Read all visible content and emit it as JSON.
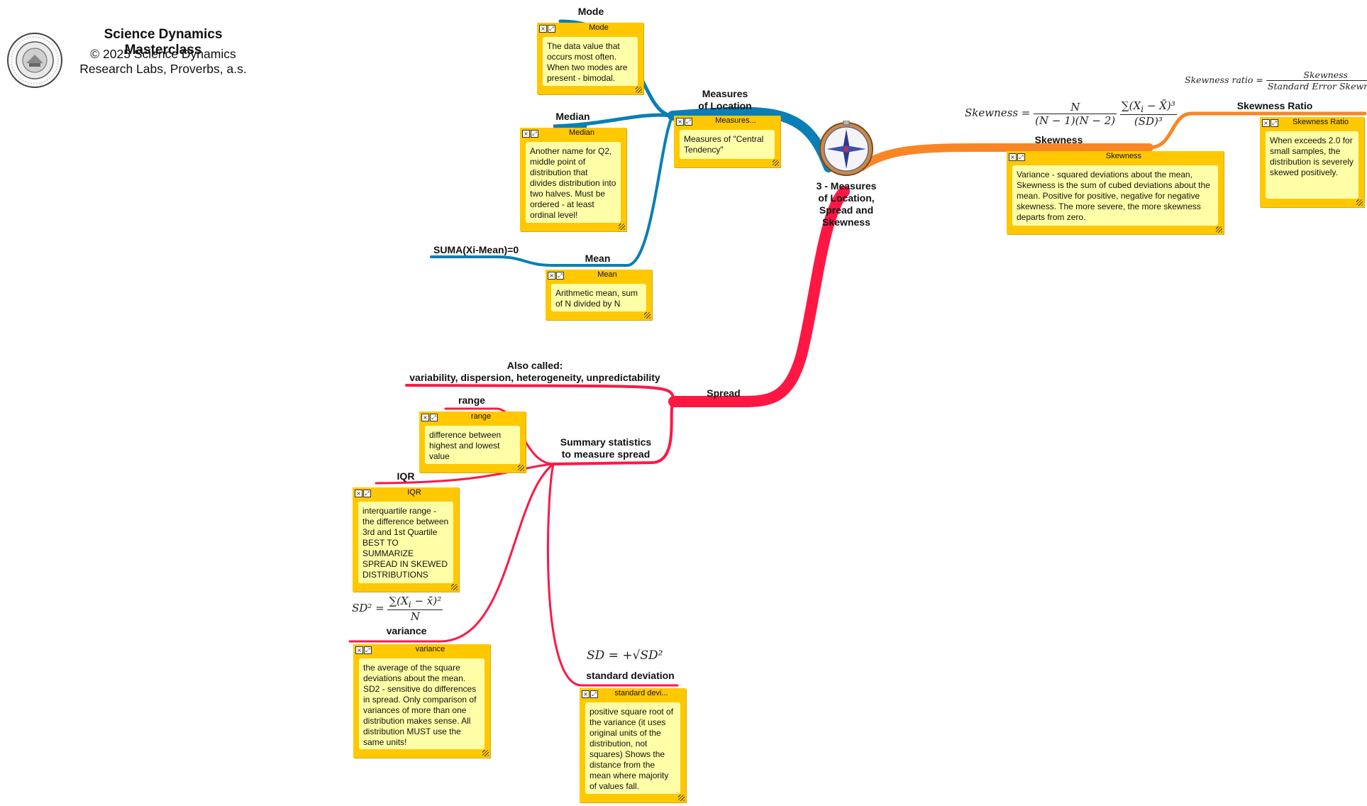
{
  "header": {
    "title": "Science Dynamics Masterclass",
    "copyright_line1": "© 2025 Science Dynamics",
    "copyright_line2": "Research Labs, Proverbs, a.s.",
    "seal_text_top": "PER MAGNAM RERUM TRANSFORMATIONEM",
    "seal_text_bottom": "ET CENTRUM EARUM REPERIRE",
    "seal_icon": "seal-logo"
  },
  "colors": {
    "location_branch": "#0a7fb5",
    "spread_branch": "#ff1744",
    "skewness_branch": "#f98626",
    "note_frame": "#ffc800",
    "note_body": "#ffffa8"
  },
  "central": {
    "label": "3 - Measures of Location, Spread and Skewness",
    "icon": "compass-icon"
  },
  "location": {
    "label": "Measures of Location",
    "note": {
      "title": "Measures...",
      "body": "Measures of \"Central Tendency\""
    },
    "mode": {
      "label": "Mode",
      "note_title": "Mode",
      "note_body": "The data value that occurs most often. When two modes are present - bimodal."
    },
    "median": {
      "label": "Median",
      "note_title": "Median",
      "note_body": "Another name for Q2, middle point of distribution that divides distribution into two halves. Must be ordered - at least ordinal level!"
    },
    "mean": {
      "label": "Mean",
      "note_title": "Mean",
      "note_body": "Arithmetic mean, sum of N divided by N",
      "child_label": "SUMA(Xi-Mean)=0"
    }
  },
  "skewness": {
    "label": "Skewness",
    "formula_lhs": "Skewness =",
    "formula_n": "N",
    "formula_den1": "(N − 1)(N − 2)",
    "formula_num2": "∑(X",
    "formula_den2": "(SD)³",
    "note_title": "Skewness",
    "note_body": "Variance - squared deviations about the mean, Skewness is the sum of cubed deviations about the mean. Positive for positive, negative for negative skewness. The more severe, the more skewness departs from zero.",
    "ratio": {
      "label": "Skewness Ratio",
      "formula_lhs": "Skewness ratio =",
      "formula_num": "Skewness",
      "formula_den": "Standard Error Skewness",
      "note_title": "Skewness Ratio",
      "note_body": "When exceeds 2.0 for small samples, the distribution is severely skewed positively."
    }
  },
  "spread": {
    "label": "Spread",
    "also_called": "Also called:",
    "also_called_list": "variability, dispersion, heterogeneity, unpredictability",
    "summary_label_1": "Summary statistics",
    "summary_label_2": "to measure spread",
    "range": {
      "label": "range",
      "note_title": "range",
      "note_body": "difference between highest and lowest value"
    },
    "iqr": {
      "label": "IQR",
      "note_title": "IQR",
      "note_body": "interquartile range - the difference between 3rd and 1st Quartile BEST TO SUMMARIZE SPREAD IN SKEWED DISTRIBUTIONS"
    },
    "variance": {
      "label": "variance",
      "formula_lhs": "SD² =",
      "formula_num": "∑(X",
      "formula_num_tail": " − x̄)²",
      "formula_den": "N",
      "note_title": "variance",
      "note_body": "the average of the square deviations about the mean. SD2 - sensitive do differences in spread. Only comparison of variances of more than one distribution makes sense. All distribution MUST use the same units!"
    },
    "sd": {
      "label": "standard deviation",
      "formula": "SD = +√SD²",
      "note_title": "standard devi...",
      "note_body": "positive square root of the variance (it uses original units of the distribution, not squares) Shows the distance from the mean where majority of values fall."
    }
  }
}
